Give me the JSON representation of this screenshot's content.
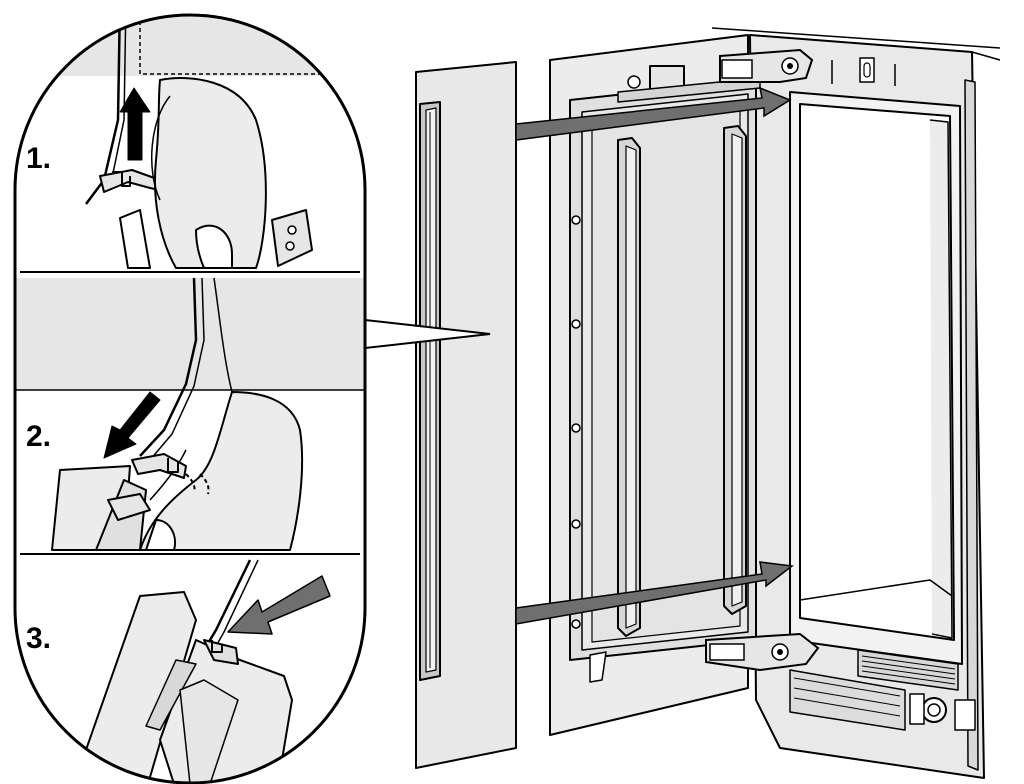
{
  "steps": [
    {
      "label": "1.",
      "arrow": "up"
    },
    {
      "label": "2.",
      "arrow": "down"
    },
    {
      "label": "3.",
      "arrow": "inward"
    }
  ],
  "colors": {
    "outline": "#000000",
    "panel_light": "#e6e6e6",
    "panel_mid": "#d2d2d2",
    "arrow_gray": "#6f6f6f",
    "interior": "#ffffff"
  },
  "icons": [
    "up-arrow-icon",
    "down-arrow-icon",
    "press-arrow-icon",
    "hinge-icon",
    "control-knob-icon"
  ]
}
